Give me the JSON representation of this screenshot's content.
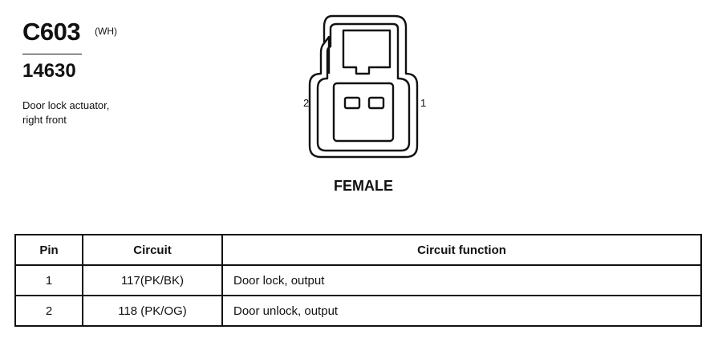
{
  "connector": {
    "id": "C603",
    "color": "(WH)",
    "part_number": "14630",
    "description_lines": [
      "Door lock actuator,",
      "right front"
    ],
    "gender": "FEMALE",
    "pin_left": "2",
    "pin_right": "1"
  },
  "table": {
    "headers": [
      "Pin",
      "Circuit",
      "Circuit function"
    ],
    "rows": [
      [
        "1",
        "117(PK/BK)",
        "Door lock, output"
      ],
      [
        "2",
        "118 (PK/OG)",
        "Door unlock, output"
      ]
    ]
  }
}
